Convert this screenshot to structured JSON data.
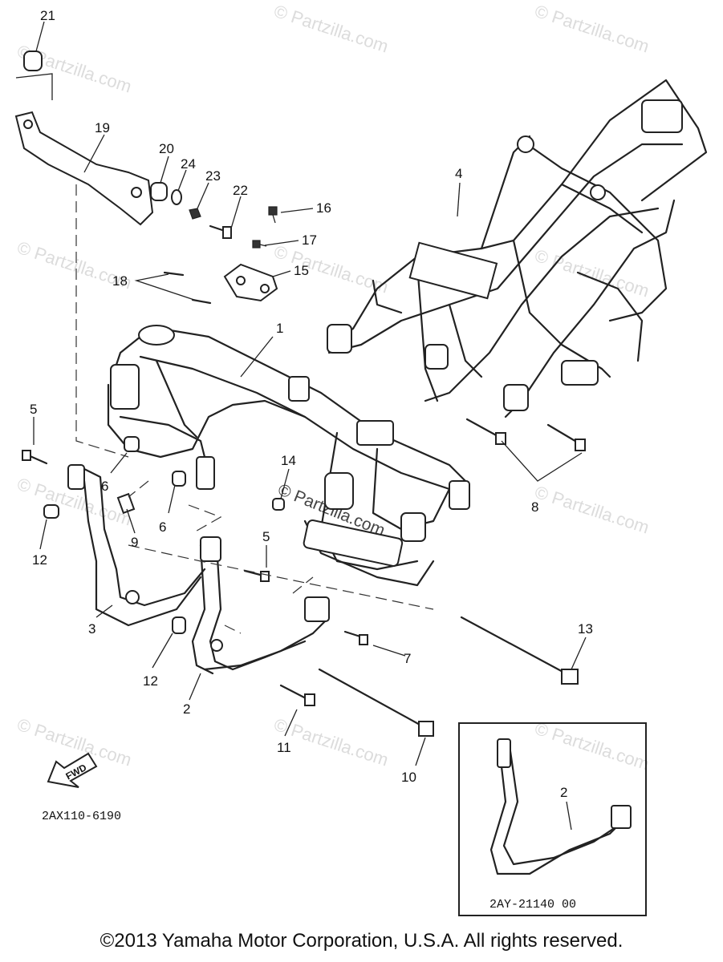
{
  "watermark": "© Partzilla.com",
  "callouts": {
    "p1": "1",
    "p2a": "2",
    "p2b": "2",
    "p3": "3",
    "p4": "4",
    "p5a": "5",
    "p5b": "5",
    "p6a": "6",
    "p6b": "6",
    "p7": "7",
    "p8": "8",
    "p9": "9",
    "p10": "10",
    "p11": "11",
    "p12a": "12",
    "p12b": "12",
    "p13": "13",
    "p14": "14",
    "p15": "15",
    "p16": "16",
    "p17": "17",
    "p18": "18",
    "p19": "19",
    "p20": "20",
    "p21": "21",
    "p22": "22",
    "p23": "23",
    "p24": "24"
  },
  "fwd_label": "FWD",
  "diagram_code": "2AX110-6190",
  "inset_code": "2AY-21140 00",
  "copyright": "©2013  Yamaha Motor Corporation, U.S.A. All rights reserved."
}
